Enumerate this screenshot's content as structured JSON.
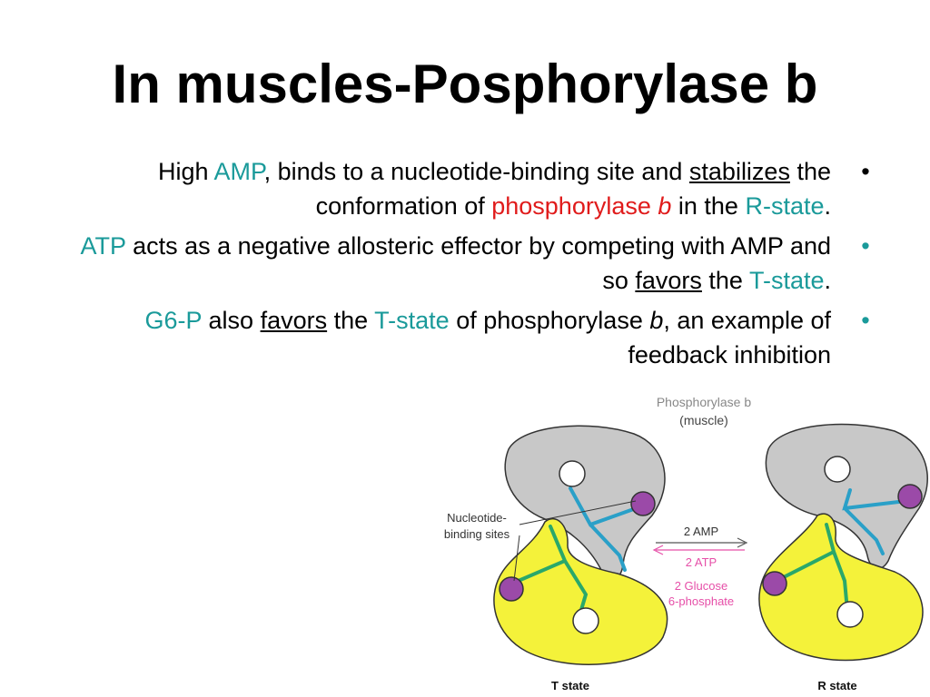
{
  "title": "In muscles-Posphorylase b",
  "bullets": [
    {
      "marker": "•",
      "marker_color": "#000000",
      "parts": [
        "High ",
        "AMP",
        ", binds to a nucleotide-binding site and ",
        "stabilizes",
        " the conformation of ",
        "phosphorylase ",
        "b",
        " in the ",
        "R-state",
        "."
      ]
    },
    {
      "marker": "•",
      "marker_color": "#1a9a9a",
      "parts": [
        "ATP",
        " acts as a negative allosteric effector by competing with AMP and so ",
        "favors",
        " the ",
        "T-state",
        "."
      ]
    },
    {
      "marker": "•",
      "marker_color": "#1a9a9a",
      "parts": [
        "G6-P",
        " also ",
        "favors",
        " the ",
        "T-state",
        " of phosphorylase ",
        "b",
        ", an example of feedback inhibition"
      ]
    }
  ],
  "colors": {
    "teal": "#1a9a9a",
    "red": "#e01b1b",
    "gray_subunit": "#c8c8c8",
    "yellow_subunit": "#f4f23a",
    "purple_site": "#9b4aa8",
    "blue_chain": "#2aa0c8",
    "green_chain": "#2aa86a",
    "pink_arrow": "#e64fa8"
  },
  "figure": {
    "heading_line1": "Phosphorylase b",
    "heading_line2": "(muscle)",
    "callout": [
      "Nucleotide-",
      "binding  sites"
    ],
    "forward_label": "2  AMP",
    "reverse_labels": [
      "2  ATP",
      "2  Glucose",
      "6-phosphate"
    ],
    "left_state": "T state",
    "right_state": "R state"
  }
}
